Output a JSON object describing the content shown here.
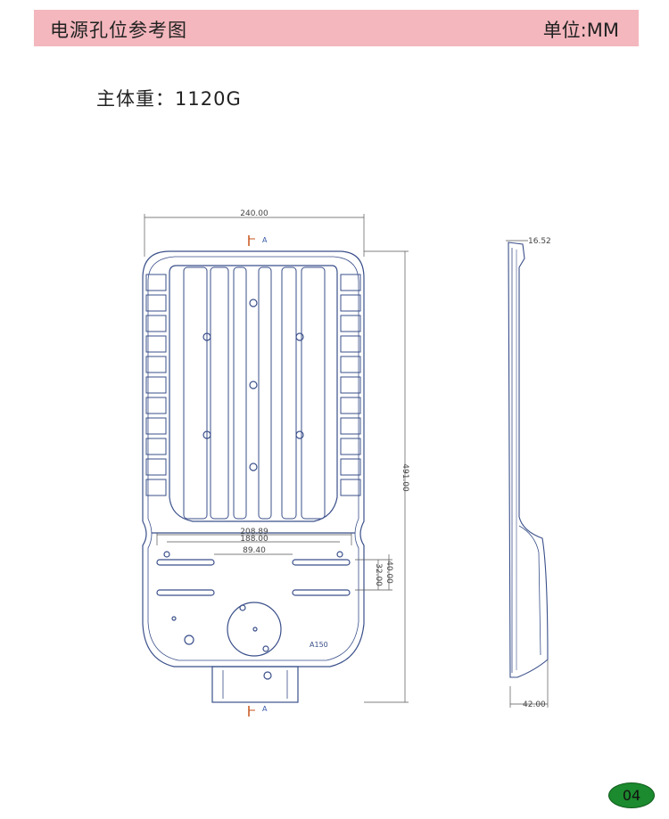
{
  "header": {
    "title": "电源孔位参考图",
    "unit": "单位:MM"
  },
  "weight": {
    "text": "主体重：1120G"
  },
  "dimensions": {
    "front_width": "240.00",
    "front_height": "491.00",
    "inner_1": "208.89",
    "inner_2": "188.00",
    "inner_3": "89.40",
    "vert_1": "32.00",
    "vert_2": "40.00",
    "side_top": "16.52",
    "side_bottom": "42.00",
    "section_top": "A",
    "section_bottom": "A",
    "mark": "A150"
  },
  "page": {
    "number": "04"
  },
  "colors": {
    "header_bg": "#f3b7bd",
    "line": "#3a4f8a",
    "badge": "#1c8a2e"
  }
}
